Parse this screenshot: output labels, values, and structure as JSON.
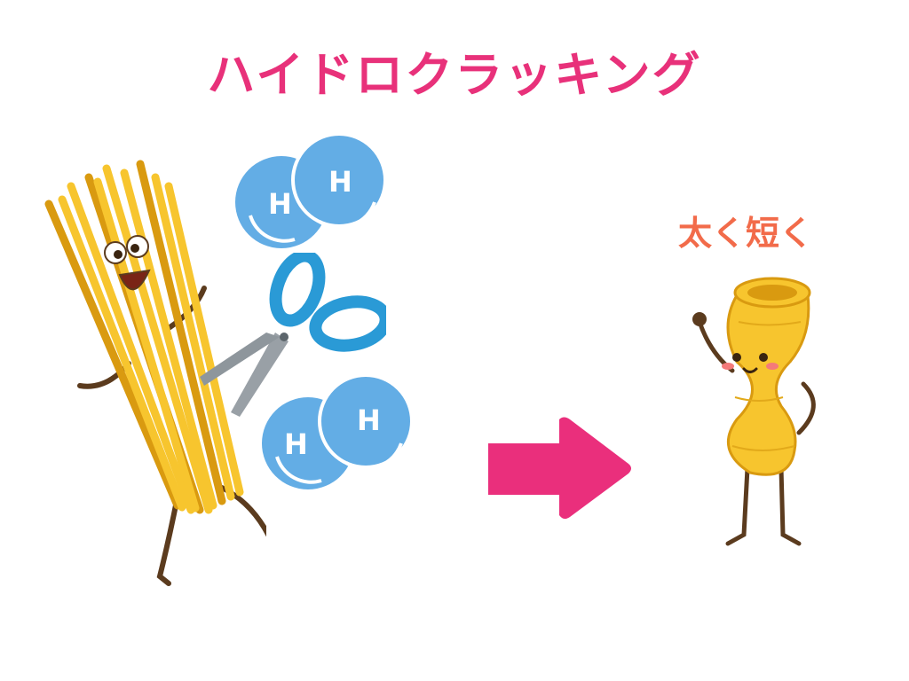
{
  "title": "ハイドロクラッキング",
  "subtitle": "太く短く",
  "hydrogen_label": "H",
  "colors": {
    "title": "#e8317a",
    "subtitle": "#f26b4a",
    "arrow": "#ea2f7c",
    "hydrogen": "#63ade5",
    "scissors_handle": "#2a9ad6",
    "scissors_blade": "#8e969c",
    "pasta": "#f7c52e",
    "pasta_outline": "#d99a10",
    "limb": "#5b3b1e"
  },
  "icons": {
    "left_character": "spaghetti-character-icon",
    "right_character": "macaroni-character-icon",
    "tool": "scissors-icon",
    "direction": "right-arrow-icon",
    "molecule": "hydrogen-molecule-icon"
  }
}
